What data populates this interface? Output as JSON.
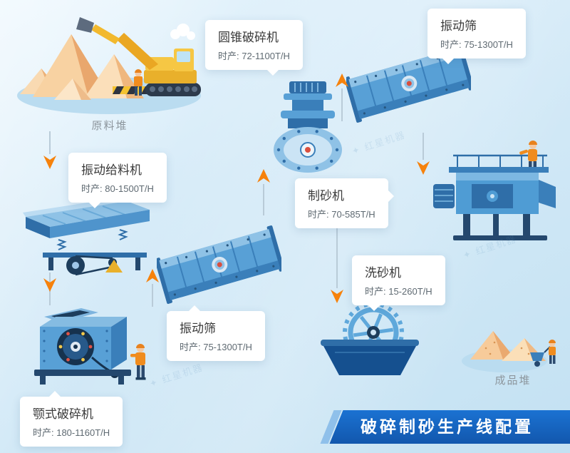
{
  "banner": {
    "title": "破碎制砂生产线配置"
  },
  "captions": {
    "raw_pile": "原料堆",
    "product_pile": "成品堆"
  },
  "watermark": {
    "text": "红星机器"
  },
  "machines": {
    "feeder": {
      "name": "振动给料机",
      "capacity": "时产: 80-1500T/H"
    },
    "jaw_crusher": {
      "name": "颚式破碎机",
      "capacity": "时产: 180-1160T/H"
    },
    "screen_mid": {
      "name": "振动筛",
      "capacity": "时产: 75-1300T/H"
    },
    "cone_crusher": {
      "name": "圆锥破碎机",
      "capacity": "时产: 72-1100T/H"
    },
    "screen_top": {
      "name": "振动筛",
      "capacity": "时产: 75-1300T/H"
    },
    "sand_maker": {
      "name": "制砂机",
      "capacity": "时产: 70-585T/H"
    },
    "sand_washer": {
      "name": "洗砂机",
      "capacity": "时产: 15-260T/H"
    }
  },
  "colors": {
    "arrow_orange": "#f6820c",
    "machine_blue": "#4f9cd4",
    "banner_blue": "#1566c4",
    "background": "#d6ebf8"
  }
}
